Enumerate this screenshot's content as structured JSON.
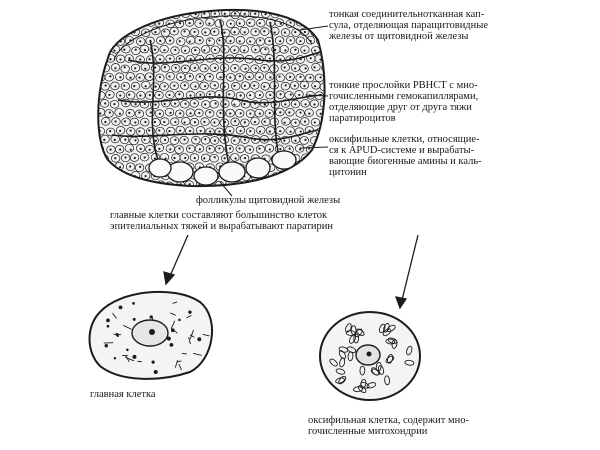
{
  "labels": {
    "capsule": "тонкая соединительнотканная кап-\nсула, отделяющая паращитовидные\nжелезы от щитовидной железы",
    "septa": "тонкие прослойки РВНСТ с мно-\nгочисленными гемокапиллярами,\nотделяющие друг от друга тяжи\nпаратироцитов",
    "oxyphil": "оксифильные клетки, относящие-\nся к APUD-системе и вырабаты-\nвающие биогенные амины и каль-\nцитонин",
    "follicles": "фолликулы щитовидной железы",
    "chief": "главные клетки составляют большинство клеток\nэпителиальных тяжей и вырабатывают паратирин",
    "chief_cell": "главная клетка",
    "oxyphil_cell": "оксифильная клетка, содержит мно-\nгочисленные митохондрии"
  },
  "colors": {
    "ink": "#1c1c1c",
    "background": "#ffffff"
  }
}
